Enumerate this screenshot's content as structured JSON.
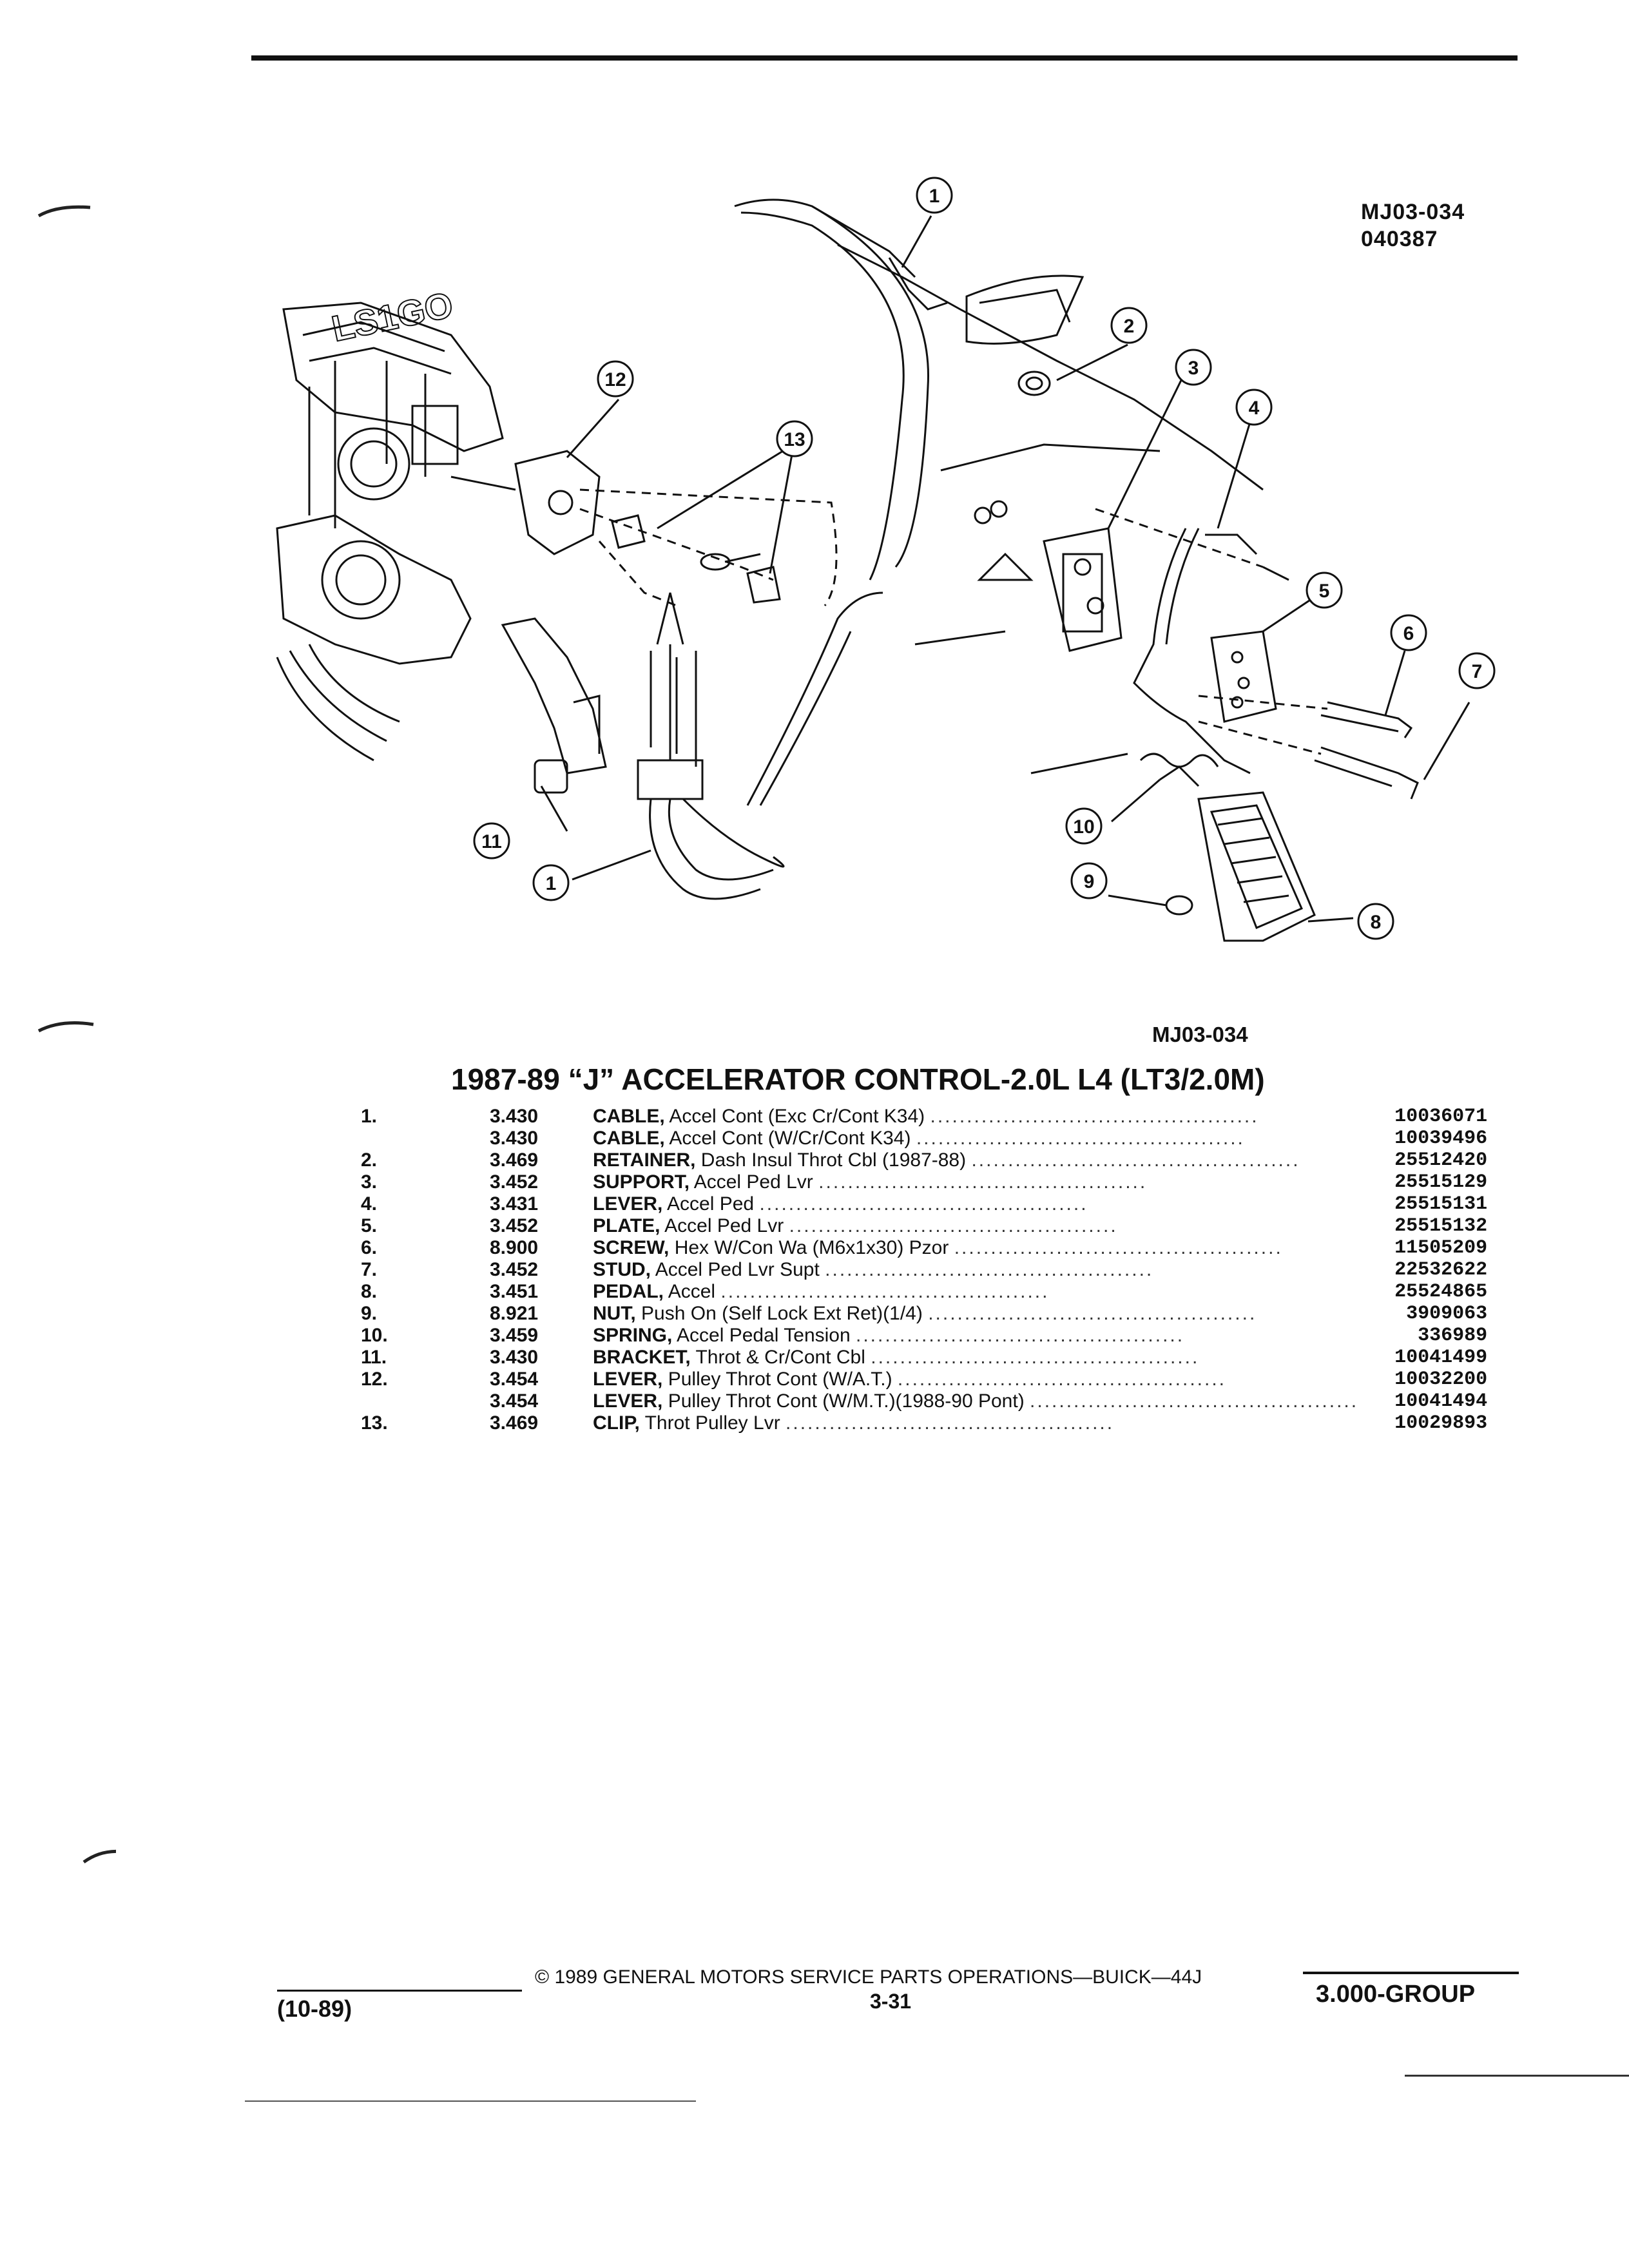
{
  "diagram": {
    "ref_code": "MJ03-034",
    "ref_date": "040387",
    "callouts": [
      "1",
      "2",
      "3",
      "4",
      "5",
      "6",
      "7",
      "8",
      "9",
      "10",
      "11",
      "12",
      "13",
      "1"
    ],
    "engine_badge": "LS1GO"
  },
  "parts_list": {
    "figure_code": "MJ03-034",
    "title": "1987-89 “J” ACCELERATOR CONTROL-2.0L L4 (LT3/2.0M)",
    "rows": [
      {
        "index": "1.",
        "group": "3.430",
        "name": "CABLE,",
        "detail": "Accel Cont (Exc Cr/Cont K34)",
        "part": "10036071"
      },
      {
        "index": "",
        "group": "3.430",
        "name": "CABLE,",
        "detail": "Accel Cont (W/Cr/Cont K34)",
        "part": "10039496"
      },
      {
        "index": "2.",
        "group": "3.469",
        "name": "RETAINER,",
        "detail": "Dash Insul Throt Cbl (1987-88)",
        "part": "25512420"
      },
      {
        "index": "3.",
        "group": "3.452",
        "name": "SUPPORT,",
        "detail": "Accel Ped Lvr",
        "part": "25515129"
      },
      {
        "index": "4.",
        "group": "3.431",
        "name": "LEVER,",
        "detail": "Accel Ped",
        "part": "25515131"
      },
      {
        "index": "5.",
        "group": "3.452",
        "name": "PLATE,",
        "detail": "Accel Ped Lvr",
        "part": "25515132"
      },
      {
        "index": "6.",
        "group": "8.900",
        "name": "SCREW,",
        "detail": "Hex W/Con Wa (M6x1x30) Pzor",
        "part": "11505209"
      },
      {
        "index": "7.",
        "group": "3.452",
        "name": "STUD,",
        "detail": "Accel Ped Lvr Supt",
        "part": "22532622"
      },
      {
        "index": "8.",
        "group": "3.451",
        "name": "PEDAL,",
        "detail": "Accel",
        "part": "25524865"
      },
      {
        "index": "9.",
        "group": "8.921",
        "name": "NUT,",
        "detail": "Push On (Self Lock Ext Ret)(1/4)",
        "part": "3909063"
      },
      {
        "index": "10.",
        "group": "3.459",
        "name": "SPRING,",
        "detail": "Accel Pedal Tension",
        "part": "336989"
      },
      {
        "index": "11.",
        "group": "3.430",
        "name": "BRACKET,",
        "detail": "Throt & Cr/Cont Cbl",
        "part": "10041499"
      },
      {
        "index": "12.",
        "group": "3.454",
        "name": "LEVER,",
        "detail": "Pulley Throt Cont (W/A.T.)",
        "part": "10032200"
      },
      {
        "index": "",
        "group": "3.454",
        "name": "LEVER,",
        "detail": "Pulley Throt Cont (W/M.T.)(1988-90 Pont)",
        "part": "10041494"
      },
      {
        "index": "13.",
        "group": "3.469",
        "name": "CLIP,",
        "detail": "Throt Pulley Lvr",
        "part": "10029893"
      }
    ]
  },
  "footer": {
    "copyright": "©  1989  GENERAL MOTORS SERVICE PARTS OPERATIONS—BUICK—44J",
    "page": "3-31",
    "date": "(10-89)",
    "group": "3.000-GROUP"
  }
}
